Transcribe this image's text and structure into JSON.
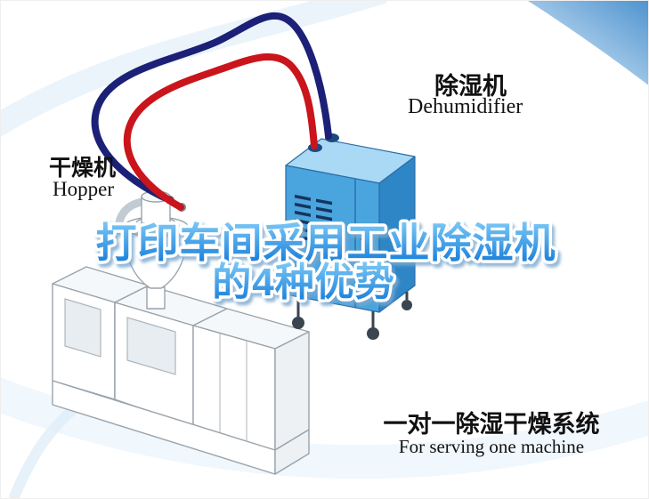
{
  "title": {
    "line1": "打印车间采用工业除湿机",
    "line2": "的4种优势"
  },
  "labels": {
    "hopper": {
      "cn": "干燥机",
      "en": "Hopper"
    },
    "dehumidifier": {
      "cn": "除湿机",
      "en": "Dehumidifier"
    },
    "caption": {
      "cn": "一对一除湿干燥系统",
      "en": "For serving one machine"
    }
  },
  "colors": {
    "title_gradient_top": "#7fcbf7",
    "title_gradient_bottom": "#1279d8",
    "title_outline": "#ffffff",
    "pipe_red": "#c9151b",
    "pipe_navy": "#1c2076",
    "dehumidifier_front": "#4aa4dd",
    "dehumidifier_top": "#a9d9f4",
    "dehumidifier_side": "#2e86c6",
    "vent_dark": "#16345e",
    "corner_wedge_light": "#e8f4fc",
    "corner_wedge_deep": "#4e93cf",
    "machine_outline": "#9aa3ab",
    "label_text": "#111111"
  }
}
